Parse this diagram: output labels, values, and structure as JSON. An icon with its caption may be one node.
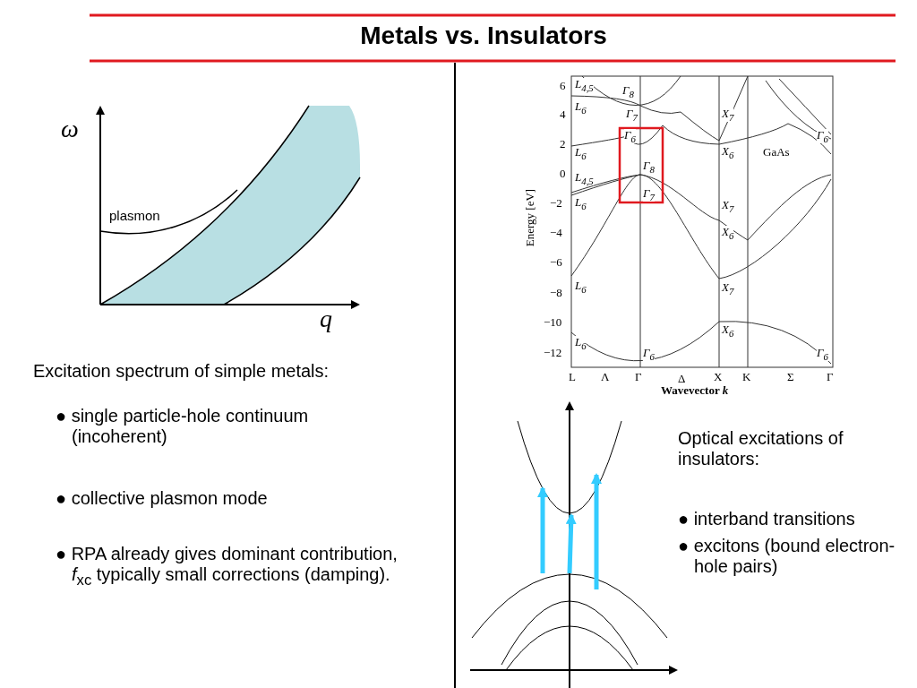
{
  "diagram": {
    "title": "Metals vs. Insulators",
    "labels": [
      "ω",
      "plasmon",
      "q",
      "6",
      "L$_{4,5}$",
      "L$_{6}$",
      "Γ$_{8}$",
      "4",
      "Γ$_{7}$",
      "X$_{7}$",
      "Γ$_{6}$",
      "Γ$_{6}$",
      "2",
      "L$_{6}$",
      "X$_{6}$",
      "GaAs",
      "0",
      "Γ$_{8}$",
      "L$_{4,5}$",
      "Γ$_{7}$",
      "−2",
      "L$_{6}$",
      "X$_{7}$",
      "−4",
      "X$_{6}$",
      "−6",
      "L$_{6}$",
      "X$_{7}$",
      "−8",
      "X$_{6}$",
      "−10",
      "L$_{6}$",
      "−12",
      "Γ$_{6}$",
      "Γ$_{6}$",
      "Energy [eV]",
      "L",
      "Λ",
      "Γ",
      "Δ",
      "X",
      "K",
      "Σ",
      "Γ",
      "Wavevector *k*",
      "Excitation spectrum of simple metals:",
      "● single particle-hole continuum (incoherent)",
      "● collective plasmon mode",
      "● RPA already gives dominant contribution, *f*$_{xc}$ typically small corrections (damping).",
      "Optical excitations of insulators:",
      "● interband transitions",
      "● excitons (bound electron-hole pairs)"
    ]
  }
}
